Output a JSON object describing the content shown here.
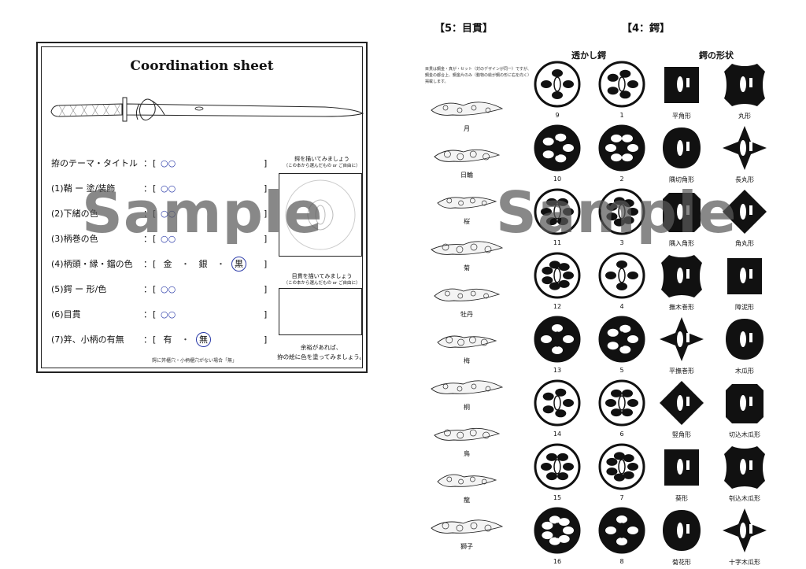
{
  "left_sheet": {
    "title": "Coordination sheet",
    "rows": [
      {
        "label": "拵のテーマ・タイトル",
        "colon": "：",
        "open": "[",
        "value": "○○",
        "close": "]"
      },
      {
        "label": "(1)鞘 ー 塗/装飾",
        "colon": "：",
        "open": "[",
        "value": "○○",
        "close": "]"
      },
      {
        "label": "(2)下緒の色",
        "colon": "：",
        "open": "[",
        "value": "○○",
        "close": "]"
      },
      {
        "label": "(3)柄巻の色",
        "colon": "：",
        "open": "[",
        "value": "○○",
        "close": "]"
      },
      {
        "label": "(4)柄頭・縁・鐺の色",
        "colon": "：",
        "open": "[",
        "options": [
          "金",
          "銀",
          "黒"
        ],
        "separator": "・",
        "selected": "黒",
        "close": "]"
      },
      {
        "label": "(5)鍔 ー 形/色",
        "colon": "：",
        "open": "[",
        "value": "○○",
        "close": "]"
      },
      {
        "label": "(6)目貫",
        "colon": "：",
        "open": "[",
        "value": "○○",
        "close": "]"
      },
      {
        "label": "(7)笄、小柄の有無",
        "colon": "：",
        "open": "[",
        "options": [
          "有",
          "無"
        ],
        "separator": "・",
        "selected": "無",
        "close": "]"
      }
    ],
    "footnote": "鍔に笄櫃穴・小柄櫃穴がない場合「無」",
    "tsuba_box": {
      "caption": "鍔を描いてみましょう",
      "subcaption": "（この本から選んだもの or ご自由に）"
    },
    "menuki_box": {
      "caption": "目貫を描いてみましょう",
      "subcaption": "（この本から選んだもの or ご自由に）"
    },
    "closing_note_line1": "余裕があれば、",
    "closing_note_line2": "拵の絵に色を塗ってみましょう。"
  },
  "right_sheet": {
    "menuki_heading": "【5：目貫】",
    "tsuba_heading": "【4：鍔】",
    "sukashi_heading": "透かし鍔",
    "shape_heading": "鍔の形状",
    "menuki_note": "目貫は鋼金・真が・セット（対のデザインが同一）ですが、鋼金の都合上、鋼金片のみ（動物の絵が鋼の形に右を向く）掲載します。",
    "menuki_items": [
      "月",
      "日輪",
      "桜",
      "菊",
      "牡丹",
      "梅",
      "桐",
      "鳥",
      "龍",
      "獅子"
    ],
    "sukashi_col1": [
      "9",
      "10",
      "11",
      "12",
      "13",
      "14",
      "15",
      "16"
    ],
    "sukashi_col2": [
      "1",
      "2",
      "3",
      "4",
      "5",
      "6",
      "7",
      "8"
    ],
    "shapes_col1": [
      "平角形",
      "隅切角形",
      "隅入角形",
      "撫木巻形",
      "平撫巻形",
      "竪角形",
      "葵形",
      "菊花形"
    ],
    "shapes_col2": [
      "丸形",
      "長丸形",
      "角丸形",
      "障泥形",
      "木瓜形",
      "切込木瓜形",
      "刳込木瓜形",
      "十字木瓜形"
    ]
  },
  "watermark": "Sample",
  "colors": {
    "accent_blue": "#2a3aa8",
    "ink": "#111111",
    "watermark_gray": "#5a5a5a"
  }
}
